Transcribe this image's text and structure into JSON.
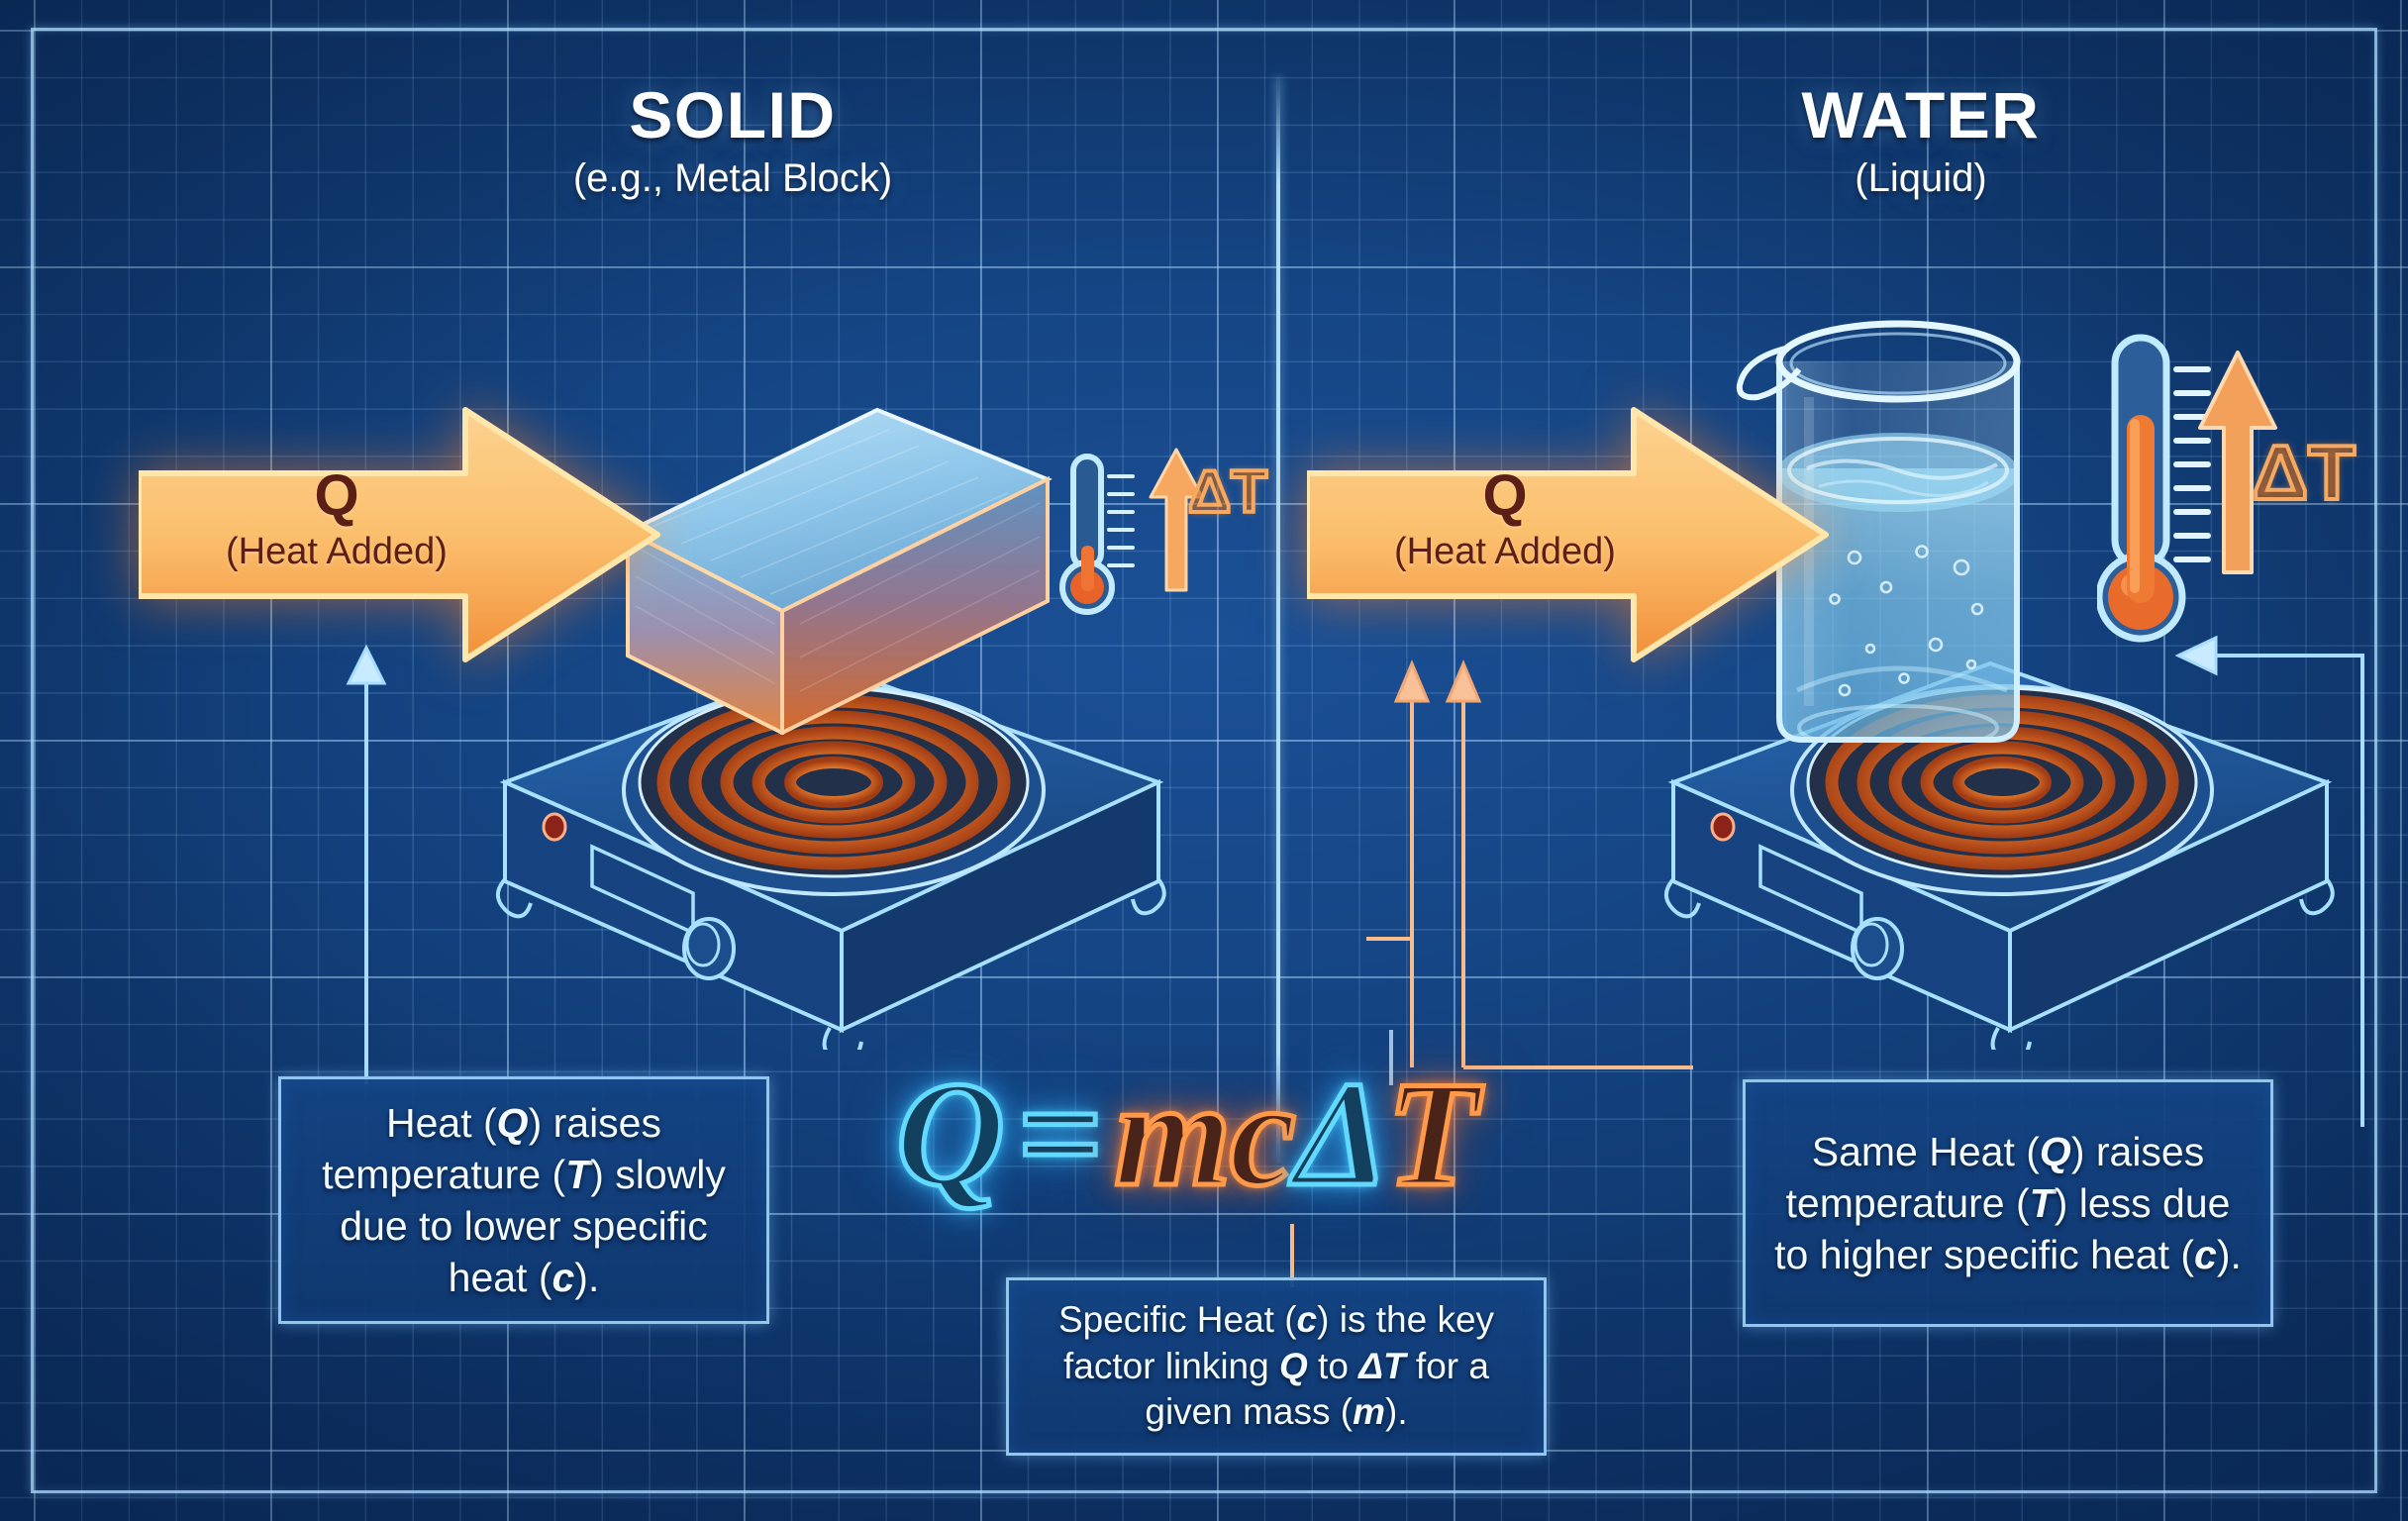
{
  "page": {
    "kind": "blueprint-infographic",
    "colors": {
      "background_blue": "#114080",
      "grid_line": "#9ccbf5",
      "frame_line": "#b0deff",
      "neon_cyan": "#62d9ff",
      "neon_orange": "#ff9a4a",
      "arrow_fill_light": "#fcc878",
      "arrow_fill_dark": "#f5933a",
      "arrow_text": "#5c1f16",
      "callout_text": "#f4fbff",
      "heat_coil_orange": "#ff8c2e"
    }
  },
  "panels": {
    "left": {
      "title": "SOLID",
      "subtitle": "(e.g., Metal Block)",
      "heat_arrow": {
        "symbol": "Q",
        "caption": "(Heat Added)"
      },
      "thermometer": {
        "delta_label": "ΔT",
        "fill_level": "low"
      },
      "apparatus": [
        "metal-block",
        "hot-plate"
      ]
    },
    "right": {
      "title": "WATER",
      "subtitle": "(Liquid)",
      "heat_arrow": {
        "symbol": "Q",
        "caption": "(Heat Added)"
      },
      "thermometer": {
        "delta_label": "ΔT",
        "fill_level": "high"
      },
      "apparatus": [
        "beaker-of-water",
        "hot-plate"
      ]
    }
  },
  "formula": {
    "parts": [
      {
        "text": "Q",
        "color": "cyan"
      },
      {
        "text": "=",
        "color": "cyan"
      },
      {
        "text": "mc",
        "color": "orange"
      },
      {
        "text": "Δ",
        "color": "cyan"
      },
      {
        "text": "T",
        "color": "orange"
      }
    ],
    "plain": "Q = mcΔT"
  },
  "callouts": {
    "left": {
      "segments": [
        {
          "text": "Heat (",
          "style": "normal"
        },
        {
          "text": "Q",
          "style": "symbol"
        },
        {
          "text": ") raises temperature (",
          "style": "normal"
        },
        {
          "text": "T",
          "style": "symbol"
        },
        {
          "text": ") slowly due to lower specific heat (",
          "style": "normal"
        },
        {
          "text": "c",
          "style": "symbol"
        },
        {
          "text": ").",
          "style": "normal"
        }
      ],
      "plain": "Heat (Q) raises temperature (T) slowly due to lower specific heat (c)."
    },
    "right": {
      "segments": [
        {
          "text": "Same Heat (",
          "style": "normal"
        },
        {
          "text": "Q",
          "style": "symbol"
        },
        {
          "text": ") raises temperature (",
          "style": "normal"
        },
        {
          "text": "T",
          "style": "symbol"
        },
        {
          "text": ") less due to higher specific heat (",
          "style": "normal"
        },
        {
          "text": "c",
          "style": "symbol"
        },
        {
          "text": ").",
          "style": "normal"
        }
      ],
      "plain": "Same Heat (Q) raises temperature (T) less due to higher specific heat (c)."
    },
    "center": {
      "segments": [
        {
          "text": "Specific Heat (",
          "style": "normal"
        },
        {
          "text": "c",
          "style": "symbol"
        },
        {
          "text": ") is the key factor linking ",
          "style": "normal"
        },
        {
          "text": "Q",
          "style": "symbol"
        },
        {
          "text": " to ",
          "style": "normal"
        },
        {
          "text": "ΔT",
          "style": "symbol"
        },
        {
          "text": " for a given mass (",
          "style": "normal"
        },
        {
          "text": "m",
          "style": "symbol"
        },
        {
          "text": ").",
          "style": "normal"
        }
      ],
      "plain": "Specific Heat (c) is the key factor linking Q to ΔT for a given mass (m)."
    }
  }
}
